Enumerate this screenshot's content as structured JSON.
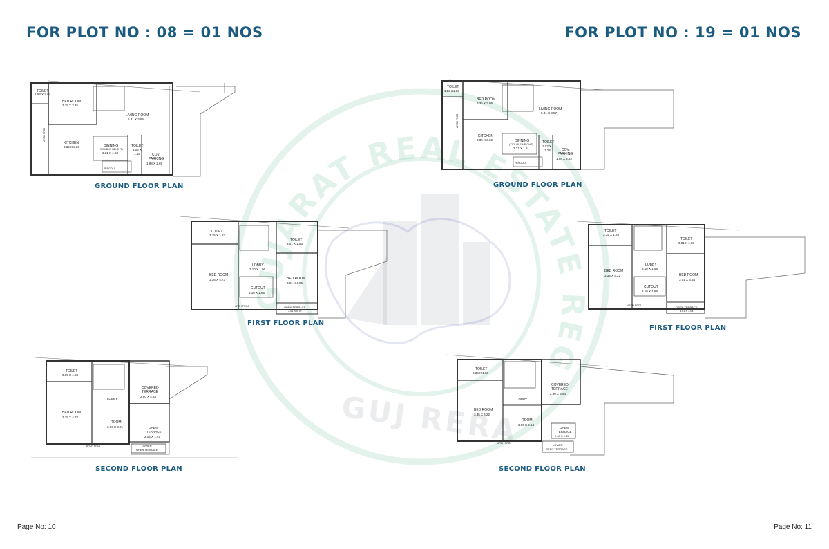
{
  "watermark": {
    "outer_text": "GUJARAT REAL ESTATE REGULATORY AUTHORITY",
    "bottom_text": "GUJ RERA",
    "color": "#2aa56b"
  },
  "left_page": {
    "title": "FOR PLOT NO : 08 = 01 NOS",
    "page_no": "Page No: 10",
    "ground": {
      "caption": "GROUND FLOOR PLAN",
      "rooms": {
        "toilet": "TOILET",
        "toilet_dim": "1.53 X 2.04",
        "bedroom": "BED ROOM",
        "bedroom_dim": "3.35 X 3.35",
        "living": "LIVING ROOM",
        "living_dim": "5.31 X 3.86",
        "kitchen": "KITCHEN",
        "kitchen_dim": "3.35 X 3.20",
        "dining": "DINNING",
        "dining_note": "( DOUBLE HEIGHT)",
        "dining_dim": "3.21 X 1.68",
        "toilet2": "TOILET",
        "toilet2_dim": "1.03 X",
        "toilet2_dim2": "1.45",
        "parking": "COV.",
        "parking2": "PARKING",
        "parking_dim": "1.98 X 2.69",
        "pergola": "PERGOLA",
        "arch": "ARCH PROJ"
      }
    },
    "first": {
      "caption": "FIRST FLOOR PLAN",
      "rooms": {
        "toilet": "TOILET",
        "toilet_dim": "3.35 X 1.83",
        "toilet2": "TOILET",
        "toilet2_dim": "3.01 X 1.83",
        "lobby": "LOBBY",
        "lobby_dim": "3.10 X 1.96",
        "bedroom": "BED ROOM",
        "bedroom_dim": "3.36 X 4.73",
        "bedroom2": "BED ROOM",
        "bedroom2_dim": "3.01 X 4.05",
        "cutout": "CUTOUT",
        "cutout_dim": "3.10 X 1.85",
        "open_terrace": "OPEN TERRACE",
        "open_terrace_dim": "3.01 X 0.76",
        "arch": "ARCH PROJ"
      }
    },
    "second": {
      "caption": "SECOND FLOOR PLAN",
      "rooms": {
        "toilet": "TOILET",
        "toilet_dim": "3.35 X 1.83",
        "covered": "COVERED",
        "covered2": "TERRACE",
        "covered_dim": "2.90 X 4.54",
        "lobby": "LOBBY",
        "bedroom": "BED ROOM",
        "bedroom_dim": "3.35 X 4.73",
        "room": "ROOM",
        "room_dim": "3.96 X 3.01",
        "open": "OPEN",
        "open2": "TERRACE",
        "open_dim": "2.03 X 1.45",
        "lower": "LOWER",
        "lower2": "OPEN TERRACE",
        "arch": "ARCH PROJ"
      }
    }
  },
  "right_page": {
    "title": "FOR PLOT NO : 19 = 01 NOS",
    "page_no": "Page No: 11",
    "ground": {
      "caption": "GROUND FLOOR PLAN",
      "rooms": {
        "toilet": "TOILET",
        "toilet_dim": "1.53 X1.83",
        "bedroom": "BED ROOM",
        "bedroom_dim": "3.35 X 3.05",
        "living": "LIVING ROOM",
        "living_dim": "5.31 X 3.57",
        "kitchen": "KITCHEN",
        "kitchen_dim": "3.35 X 3.00",
        "dining": "DINNING",
        "dining_note": "( DOUBLE HEIGHT)",
        "dining_dim": "3.21 X 1.61",
        "toilet2": "TOILET",
        "toilet2_dim": "1.03 X",
        "toilet2_dim2": "1.28",
        "parking": "COV.",
        "parking2": "PARKING",
        "parking_dim": "1.98 X 2.32",
        "pergola": "PERGOLA",
        "arch": "ARCH PROJ"
      }
    },
    "first": {
      "caption": "FIRST FLOOR PLAN",
      "rooms": {
        "toilet": "TOILET",
        "toilet_dim": "3.35 X 1.83",
        "toilet2": "TOILET",
        "toilet2_dim": "3.01 X 1.83",
        "lobby": "LOBBY",
        "lobby_dim": "3.10 X 1.58",
        "bedroom": "BED ROOM",
        "bedroom_dim": "3.35 X 4.22",
        "bedroom2": "BED ROOM",
        "bedroom2_dim": "3.01 X 3.54",
        "cutout": "CUTOUT",
        "cutout_dim": "3.10 X 1.98",
        "open_terrace": "OPEN TERRACE",
        "open_terrace_dim": "3.01 X 1.04",
        "arch": "ARCH PROJ"
      }
    },
    "second": {
      "caption": "SECOND FLOOR PLAN",
      "rooms": {
        "toilet": "TOILET",
        "toilet_dim": "3.35 X 1.83",
        "covered": "COVERED",
        "covered2": "TERRACE",
        "covered_dim": "2.90 X 4.54",
        "lobby": "LOBBY",
        "bedroom": "BED ROOM",
        "bedroom_dim": "3.35 X 4.22",
        "room": "ROOM",
        "room_dim": "3.96 X 2.64",
        "open": "OPEN",
        "open2": "TERRACE",
        "open_dim": "2.03 X 0.35",
        "lower": "LOWER",
        "lower2": "OPEN TERRACE",
        "arch": "ARCH PROJ"
      }
    }
  }
}
